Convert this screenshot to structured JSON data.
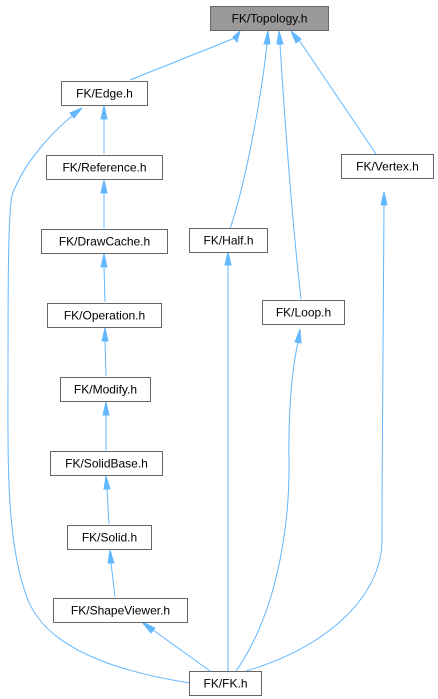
{
  "diagram": {
    "type": "include-dependency-graph",
    "colors": {
      "edge": "#63b8ff",
      "node_border": "#666666",
      "root_fill": "#999999",
      "node_fill": "#ffffff"
    },
    "nodes": [
      {
        "id": "topology",
        "label": "FK/Topology.h",
        "root": true
      },
      {
        "id": "edge",
        "label": "FK/Edge.h"
      },
      {
        "id": "reference",
        "label": "FK/Reference.h"
      },
      {
        "id": "drawcache",
        "label": "FK/DrawCache.h"
      },
      {
        "id": "operation",
        "label": "FK/Operation.h"
      },
      {
        "id": "modify",
        "label": "FK/Modify.h"
      },
      {
        "id": "solidbase",
        "label": "FK/SolidBase.h"
      },
      {
        "id": "solid",
        "label": "FK/Solid.h"
      },
      {
        "id": "shapeviewer",
        "label": "FK/ShapeViewer.h"
      },
      {
        "id": "half",
        "label": "FK/Half.h"
      },
      {
        "id": "loop",
        "label": "FK/Loop.h"
      },
      {
        "id": "vertex",
        "label": "FK/Vertex.h"
      },
      {
        "id": "fk",
        "label": "FK/FK.h"
      }
    ],
    "edges": [
      {
        "from": "edge",
        "to": "topology"
      },
      {
        "from": "half",
        "to": "topology"
      },
      {
        "from": "loop",
        "to": "topology"
      },
      {
        "from": "vertex",
        "to": "topology"
      },
      {
        "from": "reference",
        "to": "edge"
      },
      {
        "from": "fk",
        "to": "edge"
      },
      {
        "from": "drawcache",
        "to": "reference"
      },
      {
        "from": "operation",
        "to": "drawcache"
      },
      {
        "from": "modify",
        "to": "operation"
      },
      {
        "from": "solidbase",
        "to": "modify"
      },
      {
        "from": "solid",
        "to": "solidbase"
      },
      {
        "from": "shapeviewer",
        "to": "solid"
      },
      {
        "from": "fk",
        "to": "shapeviewer"
      },
      {
        "from": "fk",
        "to": "half"
      },
      {
        "from": "fk",
        "to": "loop"
      },
      {
        "from": "fk",
        "to": "vertex"
      }
    ]
  }
}
